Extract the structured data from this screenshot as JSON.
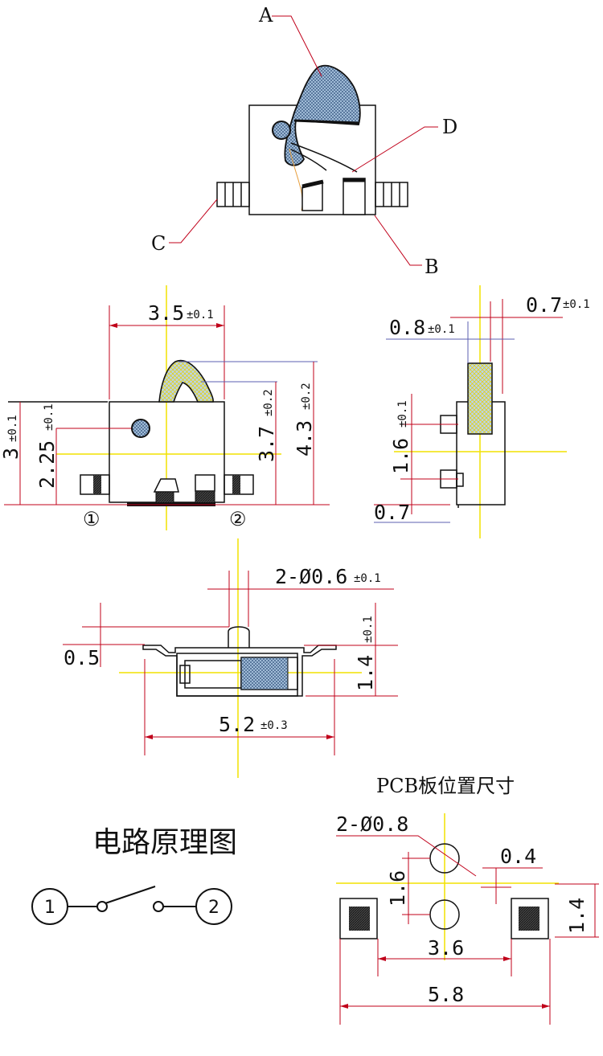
{
  "callouts": {
    "a": "A",
    "b": "B",
    "c": "C",
    "d": "D"
  },
  "front_view": {
    "width_dim": "3.5",
    "width_tol": "±0.1",
    "h3_dim": "3",
    "h3_tol": "±0.1",
    "h225_dim": "2.25",
    "h225_tol": "±0.1",
    "h37_dim": "3.7",
    "h37_tol": "±0.2",
    "h43_dim": "4.3",
    "h43_tol": "±0.2",
    "pin1": "①",
    "pin2": "②"
  },
  "side_view": {
    "w07_dim": "0.7",
    "w07_tol": "±0.1",
    "w08_dim": "0.8",
    "w08_tol": "±0.1",
    "h16_dim": "1.6",
    "h16_tol": "±0.1",
    "h07_dim": "0.7"
  },
  "top_view": {
    "hole_dim": "2-Ø0.6",
    "hole_tol": "±0.1",
    "h05_dim": "0.5",
    "h14_dim": "1.4",
    "h14_tol": "±0.1",
    "w52_dim": "5.2",
    "w52_tol": "±0.3"
  },
  "pcb": {
    "title": "PCB板位置尺寸",
    "hole": "2-Ø0.8",
    "gap": "0.4",
    "v16": "1.6",
    "v14": "1.4",
    "w36": "3.6",
    "w58": "5.8"
  },
  "schematic": {
    "title": "电路原理图",
    "pin1": "1",
    "pin2": "2"
  },
  "colors": {
    "dimension": "#c0001a",
    "centerline": "#f2e200",
    "extension": "#5b5fb0",
    "actuator": "#4a6f9a"
  }
}
